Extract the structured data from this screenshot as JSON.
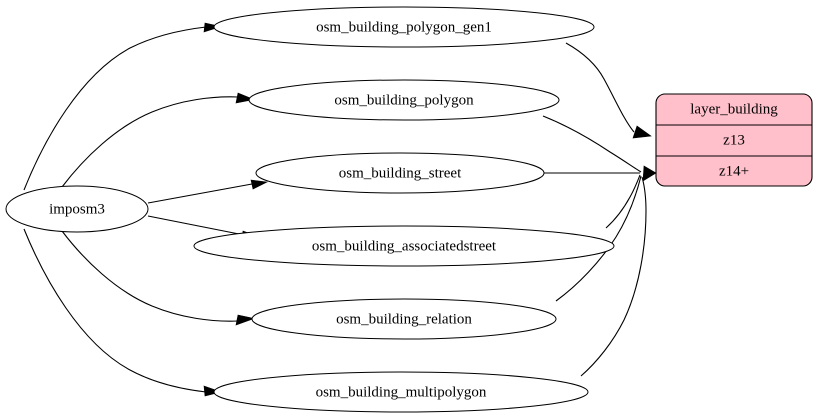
{
  "diagram": {
    "type": "directed-graph",
    "layout": "left-to-right",
    "background_color": "#ffffff",
    "edge_color": "#000000",
    "source": {
      "id": "imposm3",
      "label": "imposm3",
      "shape": "ellipse",
      "fill": "#ffffff"
    },
    "tables": [
      {
        "id": "osm_building_polygon_gen1",
        "label": "osm_building_polygon_gen1",
        "shape": "ellipse",
        "fill": "#ffffff"
      },
      {
        "id": "osm_building_polygon",
        "label": "osm_building_polygon",
        "shape": "ellipse",
        "fill": "#ffffff"
      },
      {
        "id": "osm_building_street",
        "label": "osm_building_street",
        "shape": "ellipse",
        "fill": "#ffffff"
      },
      {
        "id": "osm_building_associatedstreet",
        "label": "osm_building_associatedstreet",
        "shape": "ellipse",
        "fill": "#ffffff"
      },
      {
        "id": "osm_building_relation",
        "label": "osm_building_relation",
        "shape": "ellipse",
        "fill": "#ffffff"
      },
      {
        "id": "osm_building_multipolygon",
        "label": "osm_building_multipolygon",
        "shape": "ellipse",
        "fill": "#ffffff"
      }
    ],
    "layer": {
      "id": "layer_building",
      "shape": "record",
      "fill": "#ffc0cb",
      "rows": [
        {
          "id": "layer-name",
          "label": "layer_building"
        },
        {
          "id": "zoom-z13",
          "label": "z13"
        },
        {
          "id": "zoom-z14plus",
          "label": "z14+"
        }
      ]
    },
    "edges": [
      {
        "from": "imposm3",
        "to": "osm_building_polygon_gen1"
      },
      {
        "from": "imposm3",
        "to": "osm_building_polygon"
      },
      {
        "from": "imposm3",
        "to": "osm_building_street"
      },
      {
        "from": "imposm3",
        "to": "osm_building_associatedstreet"
      },
      {
        "from": "imposm3",
        "to": "osm_building_relation"
      },
      {
        "from": "imposm3",
        "to": "osm_building_multipolygon"
      },
      {
        "from": "osm_building_polygon_gen1",
        "to": "layer_building:z13"
      },
      {
        "from": "osm_building_polygon",
        "to": "layer_building:z14+"
      },
      {
        "from": "osm_building_street",
        "to": "layer_building:z14+"
      },
      {
        "from": "osm_building_associatedstreet",
        "to": "layer_building:z14+"
      },
      {
        "from": "osm_building_relation",
        "to": "layer_building:z14+"
      },
      {
        "from": "osm_building_multipolygon",
        "to": "layer_building:z14+"
      }
    ]
  }
}
